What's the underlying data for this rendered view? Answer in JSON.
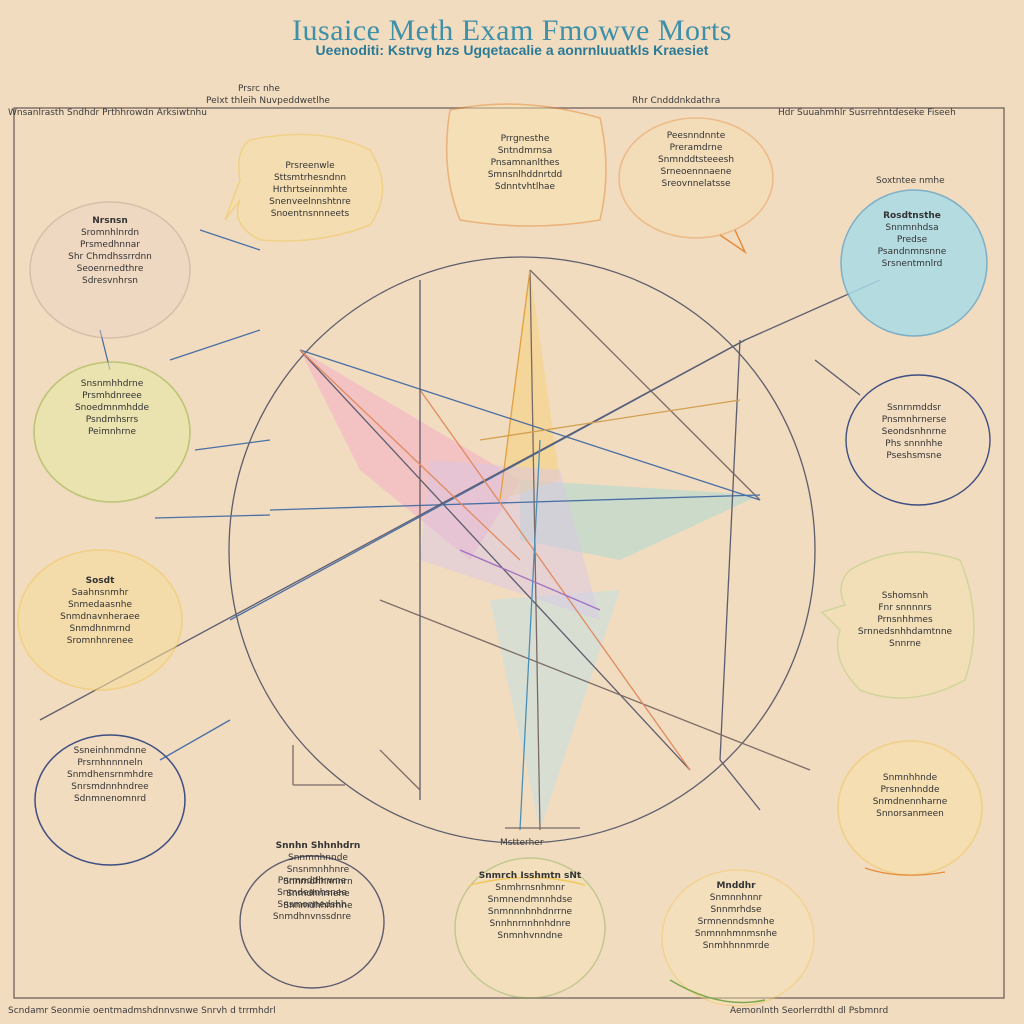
{
  "title": "Iusaice Meth Exam Fmowve Morts",
  "subtitle": "Ueenoditi: Kstrvg hzs Ugqetacalie a aonrnluuatkls Kraesiet",
  "top_labels": {
    "left": "Prsrc nhe",
    "center_left": "PeIxt thleih Nuvpeddwetlhe",
    "center_right": "Rhr Cndddnkdathra",
    "right": "Soxtntee nmhe"
  },
  "margin_text": {
    "left": "Wnsanlrasth Sndhdr Prthhrowdn Arksiwtnhu",
    "right": "Hdr Suuahmhlr Susrrehntdeseke Fiseeh"
  },
  "center_label": "Mstterher",
  "footer": {
    "left": "Scndamr Seonmie oentmadmshdnnvsnwe Snrvh d trrmhdrl",
    "right": "Aemonlnth Seorlerrdthl dl Psbmnrd"
  },
  "bubbles": [
    {
      "id": "b1",
      "label": "",
      "lines": [
        "Prsreenwle",
        "Sttsmtrhesndnn",
        "Hrthrtseinnmhte",
        "Snenveelnnshtnre",
        "Snoentnsnnneets"
      ]
    },
    {
      "id": "b2",
      "label": "",
      "lines": [
        "Prrgnesthe",
        "Sntndmrnsa",
        "Pnsamnanlthes",
        "Smnsnlhddnrtdd",
        "Sdnntvhtlhae"
      ]
    },
    {
      "id": "b3",
      "label": "",
      "lines": [
        "Peesnndnnte",
        "Preramdrne",
        "Snmnddtsteeesh",
        "Srneoennnaene",
        "Sreovnnelatsse"
      ]
    },
    {
      "id": "b4",
      "label": "Nrsnsn",
      "lines": [
        "Sromnhlnrdn",
        "Prsmedhnnar",
        "Shr Chmdhssrrdnn",
        "Seoenrnedthre",
        "Sdresvnhrsn"
      ]
    },
    {
      "id": "b5",
      "label": "Rosdtnsthe",
      "lines": [
        "Snnmnhdsa",
        "Predse",
        "Psandnmnsnne",
        "Srsnentmnlrd"
      ]
    },
    {
      "id": "b6",
      "label": "",
      "lines": [
        "Snsnmhhdrne",
        "Prsmhdnreee",
        "Snoedmnmhdde",
        "Psndmhsrrs",
        "Peimnhrne"
      ]
    },
    {
      "id": "b7",
      "label": "",
      "lines": [
        "Ssnrnmddsr",
        "Pnsmnhrnerse",
        "Seondsnhnrne",
        "Phs snnnhhe",
        "Pseshsmsne"
      ]
    },
    {
      "id": "b8",
      "label": "Sosdt",
      "lines": [
        "Saahnsnmhr",
        "Snmedaasnhe",
        "Snmdnavnheraee",
        "Snmdhnmrnd",
        "Sromnhnrenee"
      ]
    },
    {
      "id": "b9",
      "label": "",
      "lines": [
        "Sshomsnh",
        "Fnr snnnnrs",
        "Prnsnhhmes",
        "Srnnedsnhhdamtnne",
        "Snnrne"
      ]
    },
    {
      "id": "b10",
      "label": "",
      "lines": [
        "Ssneinhnmdnne",
        "Prsrnhnnnneln",
        "Snmdhensrnmhdre",
        "Snrsmdnnhndree",
        "Sdnmnenomnrd"
      ]
    },
    {
      "id": "b11",
      "label": "",
      "lines": [
        "Snmnhhnde",
        "Prsnenhndde",
        "Snmdnennharne",
        "Snnorsanmeen"
      ]
    },
    {
      "id": "b12",
      "label": "",
      "lines": [
        "Pnrmnddhrwne",
        "Snmdeanhsnee",
        "Snsmonnedshh",
        "Snmdhnvnssdnre"
      ]
    },
    {
      "id": "b13",
      "label": "Snmrch Isshmtn sNt",
      "lines": [
        "Snmhrnsnhmnr",
        "Snmnendmnnhdse",
        "Snmnnnhnhdnrrne",
        "Snnhnrnnhnhdnre",
        "Snmnhvnndne"
      ]
    },
    {
      "id": "b14",
      "label": "Mnddhr",
      "lines": [
        "Snmnnhnnr",
        "Snnmrhdse",
        "Srmnenndsmnhe",
        "Snmnnhmnmsnhe",
        "Snmhhnnmrde"
      ]
    },
    {
      "id": "b15",
      "label": "Snnhn Shhnhdrn",
      "lines": [
        "Snnmnhnnde",
        "Snsnmnhhnre",
        "Snnmdhhnnnrn",
        "Snmdhnrnehe",
        "Snnmdhhnrnne"
      ]
    }
  ]
}
